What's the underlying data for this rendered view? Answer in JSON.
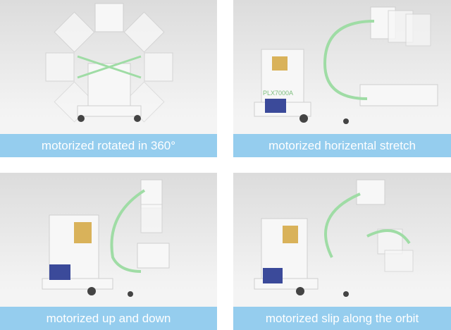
{
  "panels": [
    {
      "caption": "motorized rotated in 360°"
    },
    {
      "caption": "motorized horizental stretch"
    },
    {
      "caption": "motorized up and down"
    },
    {
      "caption": "motorized slip along the orbit"
    }
  ],
  "device_label": "PLX7000A",
  "colors": {
    "caption_bg": "#95cdee",
    "accent_green": "#7fd08a"
  }
}
